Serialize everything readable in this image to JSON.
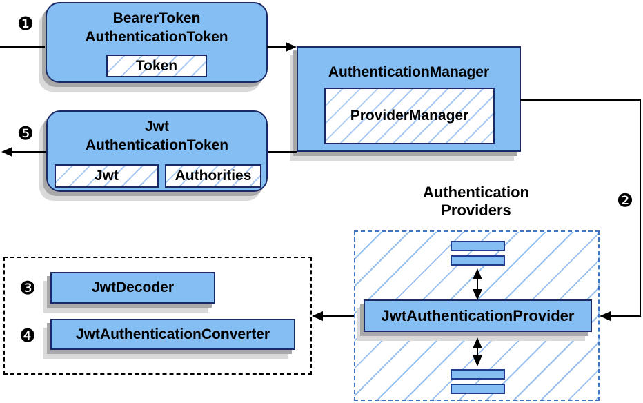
{
  "diagram": {
    "badges": {
      "step1": "❶",
      "step2": "❷",
      "step3": "❸",
      "step4": "❹",
      "step5": "❺"
    },
    "bearer_token_node": {
      "title_line1": "BearerToken",
      "title_line2": "AuthenticationToken",
      "field_token": "Token"
    },
    "authentication_manager_node": {
      "title": "AuthenticationManager",
      "field_provider_manager": "ProviderManager"
    },
    "jwt_token_node": {
      "title_line1": "Jwt",
      "title_line2": "AuthenticationToken",
      "field_jwt": "Jwt",
      "field_authorities": "Authorities"
    },
    "jwt_support_group": {
      "decoder": "JwtDecoder",
      "converter": "JwtAuthenticationConverter"
    },
    "providers_group": {
      "label_line1": "Authentication",
      "label_line2": "Providers",
      "provider": "JwtAuthenticationProvider"
    },
    "colors": {
      "node_fill": "#85BEF2",
      "node_border": "#1B2A66",
      "hatch_line": "#A9C9F2",
      "providers_hatch_line": "#97C0EF",
      "dashed_blue_border": "#3E74C2",
      "dashed_black_border": "#000000",
      "shadow_dark": "#A8A8A8",
      "shadow_light": "#D9D9D9",
      "arrow": "#000000"
    }
  }
}
